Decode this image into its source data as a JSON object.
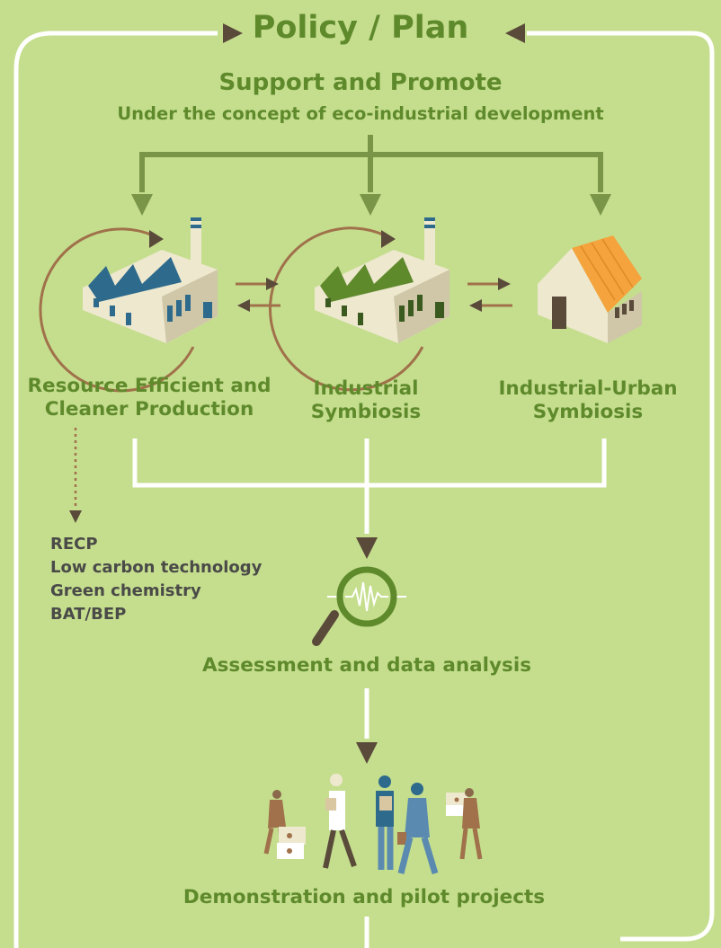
{
  "title": "Policy / Plan",
  "support": {
    "title": "Support and Promote",
    "subtitle": "Under the concept of eco-industrial development"
  },
  "stages": [
    {
      "line1": "Resource Efficient and",
      "line2": "Cleaner Production",
      "icon": "factory-blue-icon"
    },
    {
      "line1": "Industrial",
      "line2": "Symbiosis",
      "icon": "factory-green-icon"
    },
    {
      "line1": "Industrial-Urban",
      "line2": "Symbiosis",
      "icon": "house-icon"
    }
  ],
  "technologies": [
    "RECP",
    "Low carbon technology",
    "Green chemistry",
    "BAT/BEP"
  ],
  "assessment": {
    "label": "Assessment and data analysis",
    "icon": "magnifier-waveform-icon"
  },
  "demonstration": {
    "label": "Demonstration and pilot projects",
    "icon": "workers-group-icon"
  },
  "colors": {
    "background": "#c5de8e",
    "text_green": "#5f8a2c",
    "text_dark": "#4a4a48",
    "connector_green": "#7a9548",
    "arrow_dark": "#5a4a3a",
    "flow_brown": "#a0714a",
    "frame_white": "#ffffff"
  }
}
